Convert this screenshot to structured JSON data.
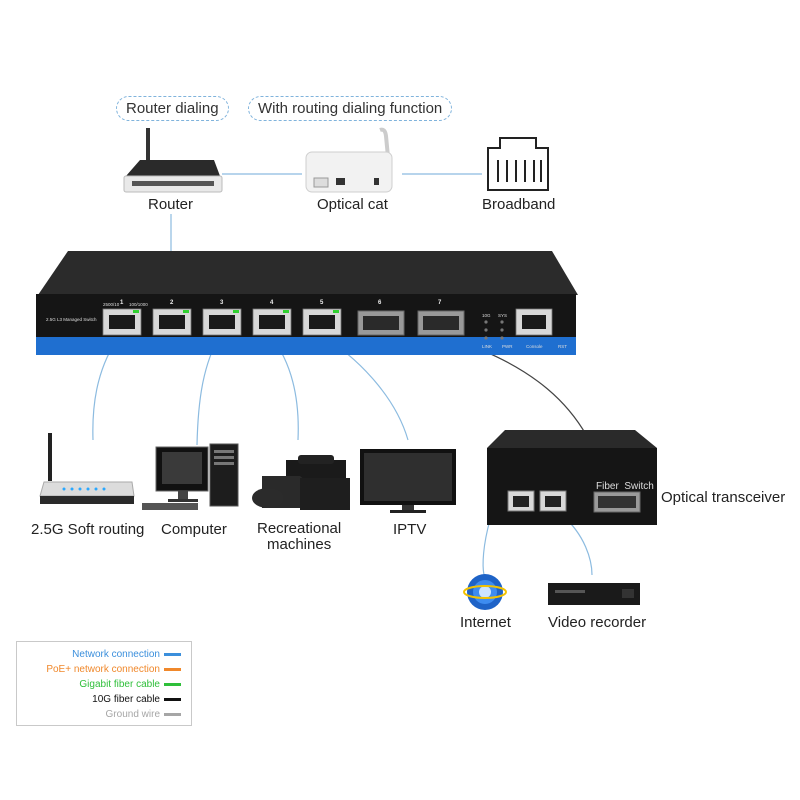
{
  "top_labels": {
    "router_dialing": "Router dialing",
    "routing_dialing_function": "With routing dialing function"
  },
  "devices": {
    "router": "Router",
    "optical_cat": "Optical cat",
    "broadband": "Broadband",
    "soft_routing": "2.5G Soft routing",
    "computer": "Computer",
    "recreational": "Recreational\nmachines",
    "iptv": "IPTV",
    "optical_transceiver": "Optical transceiver",
    "internet": "Internet",
    "video_recorder": "Video recorder",
    "fiber_switch": "Fiber  Switch"
  },
  "switch": {
    "model_label": "2.5G L3 Managed Switch",
    "ports": [
      "1",
      "2",
      "3",
      "4",
      "5",
      "6",
      "7"
    ],
    "speed_labels": [
      "2500/10",
      "100/1000"
    ],
    "led_labels": [
      "10G",
      "SYS"
    ],
    "bottom_labels": [
      "LINK",
      "PWR",
      "Console",
      "RST"
    ]
  },
  "legend": [
    {
      "label": "Network connection",
      "color": "#3b8fdc"
    },
    {
      "label": "PoE+ network connection",
      "color": "#f0882b"
    },
    {
      "label": "Gigabit fiber cable",
      "color": "#2fbf3a"
    },
    {
      "label": "10G fiber cable",
      "color": "#111111"
    },
    {
      "label": "Ground wire",
      "color": "#a6a6a6"
    }
  ],
  "colors": {
    "network": "#7fb3dc",
    "fiber": "#444444",
    "switch_body": "#151515",
    "switch_stripe": "#1f6fd0"
  }
}
